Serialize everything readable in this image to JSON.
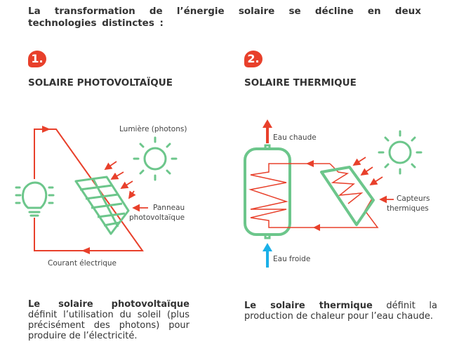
{
  "intro": "La transformation de l’énergie solaire se décline en deux technologies distinctes :",
  "pv": {
    "badge": "1.",
    "title": "SOLAIRE PHOTOVOLTAÏQUE",
    "light_label": "Lumière (photons)",
    "panel_label_1": "Panneau",
    "panel_label_2": "photovoltaïque",
    "current_label": "Courant électrique",
    "para_bold": "Le solaire photovoltaïque",
    "para_rest": " définit l’utilisation du soleil (plus précisément des photons) pour produire de l’électricité."
  },
  "th": {
    "badge": "2.",
    "title": "SOLAIRE THERMIQUE",
    "hot_label": "Eau chaude",
    "cold_label": "Eau froide",
    "collector_label_1": "Capteurs",
    "collector_label_2": "thermiques",
    "para_bold": "Le solaire thermique",
    "para_rest": " définit la production de chaleur pour l’eau chaude."
  },
  "colors": {
    "green": "#6cc68b",
    "red": "#e8402b",
    "blue": "#1ab0e8"
  }
}
